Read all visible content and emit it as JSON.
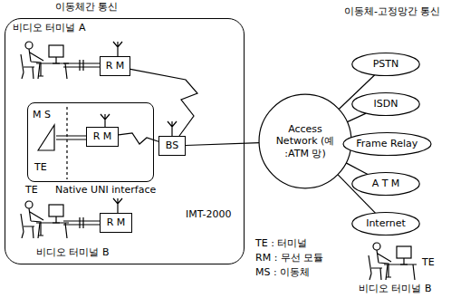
{
  "diagram": {
    "nodes": [
      {
        "text": [
          "이동체간 통신"
        ]
      },
      {
        "text": [
          "R M"
        ],
        "in": 0
      },
      {
        "text": [
          "TE",
          "Native UNI interface"
        ],
        "in": 0
      },
      {
        "text": [
          "R M"
        ],
        "in": 2
      },
      {
        "text": [
          "BS"
        ],
        "in": 0
      },
      {
        "text": [
          "R M"
        ],
        "in": 0
      },
      {
        "text": [
          "Access Network (예 :ATM 망)"
        ]
      },
      {
        "text": [
          "PSTN"
        ]
      },
      {
        "text": [
          "ISDN"
        ]
      },
      {
        "text": [
          "Frame Relay"
        ]
      },
      {
        "text": [
          "A T M"
        ]
      },
      {
        "text": [
          "Internet"
        ]
      }
    ],
    "edges": [
      {
        "from": 1,
        "to": 4,
        "arrow": "none"
      },
      {
        "from": 3,
        "to": 4,
        "arrow": "none"
      },
      {
        "from": 4,
        "to": 6,
        "arrow": "none"
      },
      {
        "from": 6,
        "to": 7,
        "arrow": "none"
      },
      {
        "from": 6,
        "to": 8,
        "arrow": "none"
      },
      {
        "from": 6,
        "to": 9,
        "arrow": "none"
      },
      {
        "from": 6,
        "to": 10,
        "arrow": "none"
      },
      {
        "from": 6,
        "to": 11,
        "arrow": "none"
      }
    ],
    "labels": [
      "비디오 터미널 A",
      "M S",
      "TE",
      "IMT-2000",
      "비디오 터미널 B",
      "이동체-고정망간 통신",
      "TE : 터미널",
      "RM : 무선 모듈",
      "MS : 이동체",
      "TE",
      "비디오 터미널 B"
    ]
  }
}
